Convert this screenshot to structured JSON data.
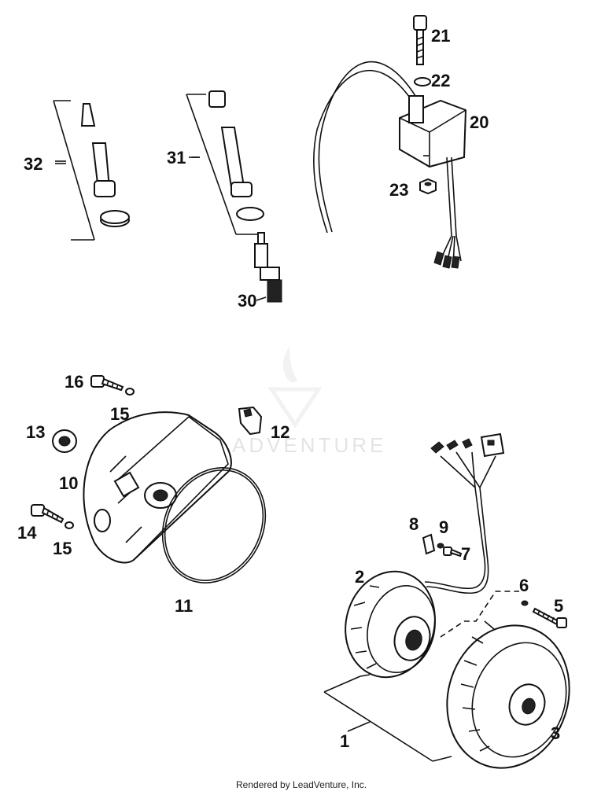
{
  "labels": {
    "l1": "1",
    "l2": "2",
    "l3": "3",
    "l5": "5",
    "l6": "6",
    "l7": "7",
    "l8": "8",
    "l9": "9",
    "l10": "10",
    "l11": "11",
    "l12": "12",
    "l13": "13",
    "l14": "14",
    "l15a": "15",
    "l15b": "15",
    "l16": "16",
    "l20": "20",
    "l21": "21",
    "l22": "22",
    "l23": "23",
    "l30": "30",
    "l31": "31",
    "l32": "32"
  },
  "watermark": "ADVENTURE",
  "footer": "Rendered by LeadVenture, Inc."
}
